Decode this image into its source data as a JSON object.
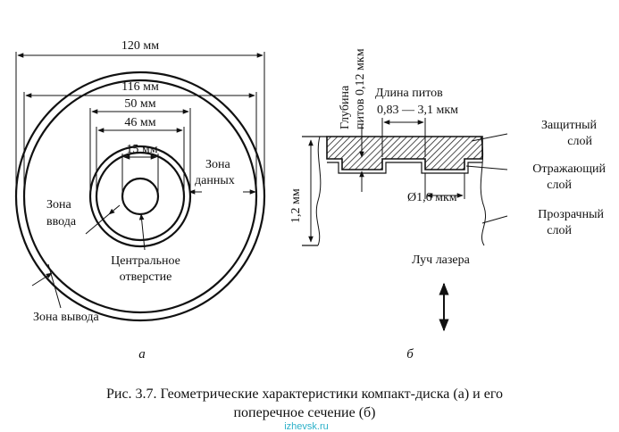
{
  "disk": {
    "dim_120": "120 мм",
    "dim_116": "116 мм",
    "dim_50": "50 мм",
    "dim_46": "46 мм",
    "dim_15": "15 мм",
    "zone_data_1": "Зона",
    "zone_data_2": "данных",
    "zone_lead_in_1": "Зона",
    "zone_lead_in_2": "ввода",
    "center_hole_1": "Центральное",
    "center_hole_2": "отверстие",
    "zone_lead_out": "Зона вывода",
    "sublabel": "а"
  },
  "section": {
    "pit_depth_1": "Глубина",
    "pit_depth_2": "питов 0,12 мкм",
    "pit_length_1": "Длина питов",
    "pit_length_2": "0,83 — 3,1 мкм",
    "protective_1": "Защитный",
    "protective_2": "слой",
    "reflective_1": "Отражающий",
    "reflective_2": "слой",
    "transparent_1": "Прозрачный",
    "transparent_2": "слой",
    "thickness": "1,2 мм",
    "diameter": "Ø1,6 мкм",
    "laser": "Луч лазера",
    "sublabel": "б"
  },
  "caption": {
    "line1": "Рис. 3.7. Геометрические характеристики компакт-диска (а) и его",
    "line2": "поперечное сечение (б)"
  },
  "watermark": "izhevsk.ru"
}
